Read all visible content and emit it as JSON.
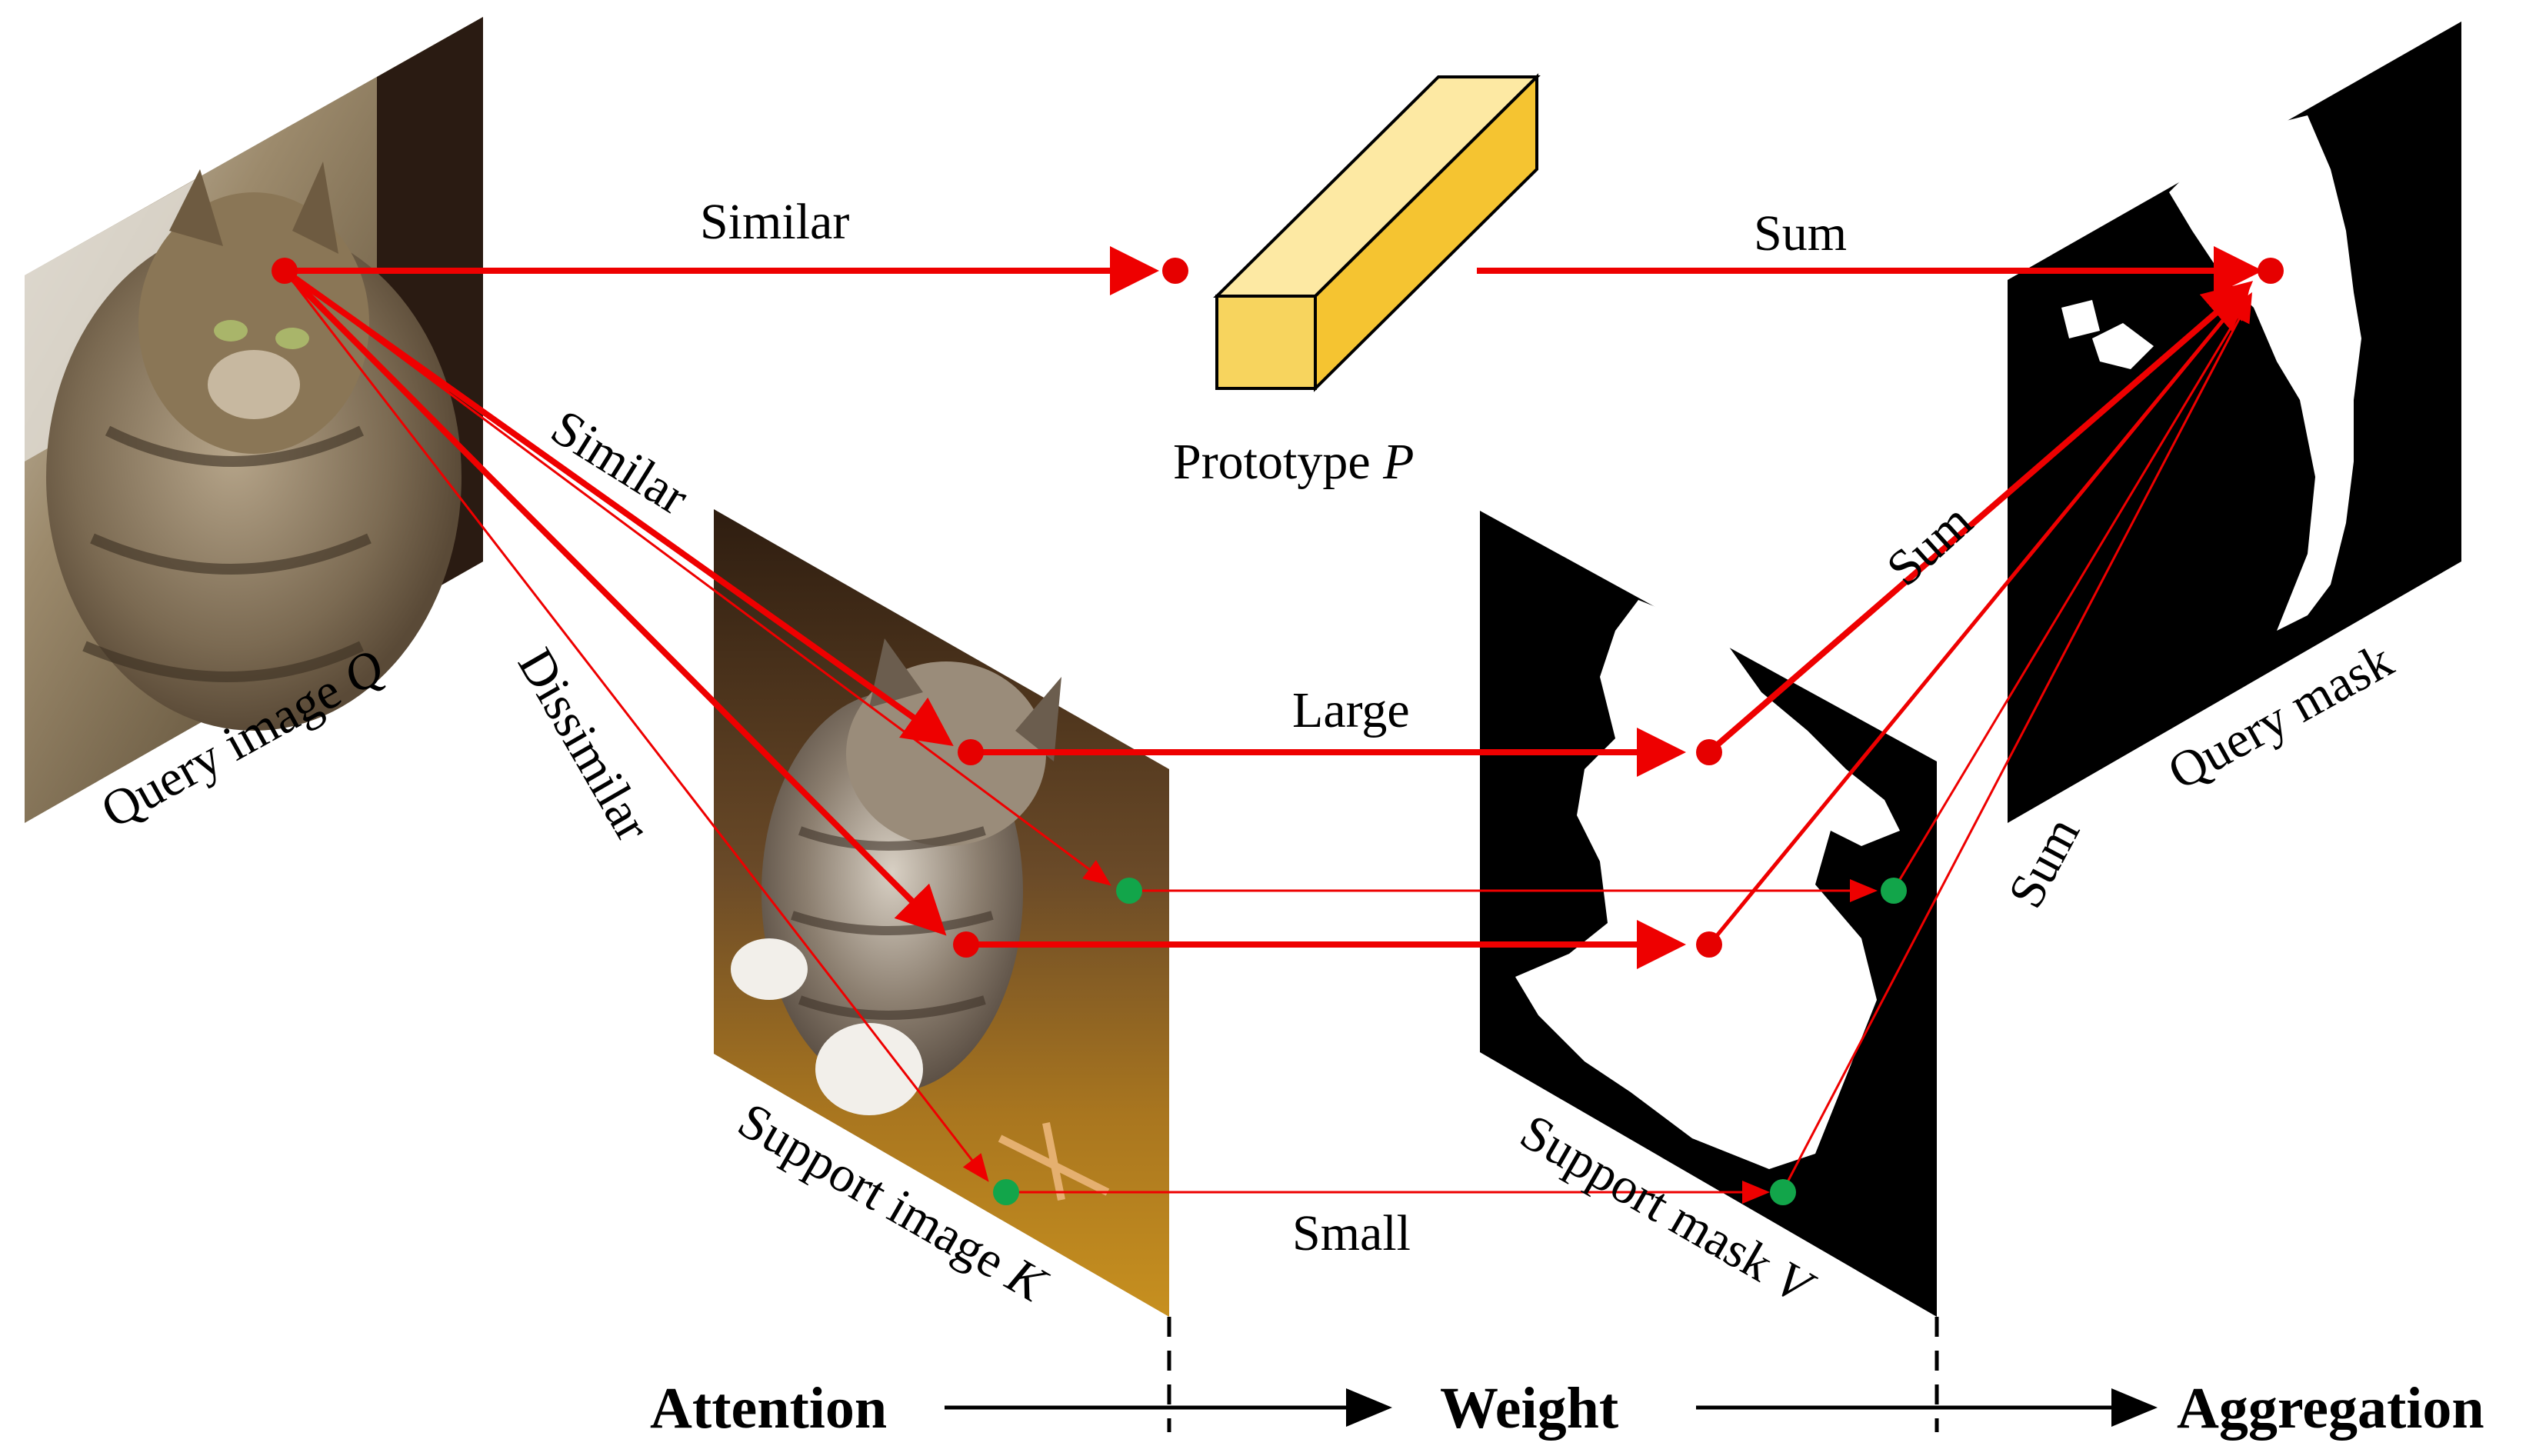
{
  "labels": {
    "similar_top": "Similar",
    "similar_diag": "Similar",
    "dissimilar": "Dissimilar",
    "sum_top": "Sum",
    "sum_mid": "Sum",
    "sum_right": "Sum",
    "large": "Large",
    "small": "Small",
    "prototype": "Prototype ",
    "prototype_var": "P",
    "query_image": "Query image ",
    "query_image_var": "Q",
    "support_image": "Support image ",
    "support_image_var": "K",
    "support_mask": "Support mask ",
    "support_mask_var": "V",
    "query_mask": "Query mask"
  },
  "stages": {
    "attention": "Attention",
    "weight": "Weight",
    "aggregation": "Aggregation"
  },
  "colors": {
    "arrow_red": "#ee0000",
    "point_red": "#e60000",
    "point_green": "#12a54a",
    "prototype_front": "#f7d45e",
    "prototype_top": "#fde9a3",
    "prototype_side": "#f5c431"
  }
}
